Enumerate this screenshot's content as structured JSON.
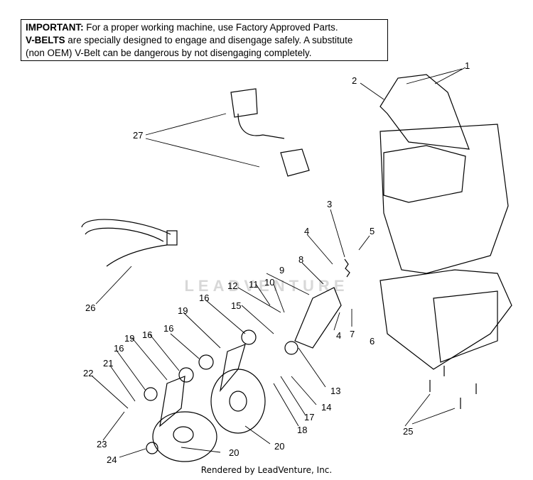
{
  "notice": {
    "important_label": "IMPORTANT:",
    "important_text": " For a proper working machine, use Factory Approved Parts.",
    "vbelts_label": "V-BELTS",
    "vbelts_text": " are specially designed to engage and disengage safely.  A substitute",
    "line3": "(non OEM) V-Belt can be dangerous by not disengaging completely."
  },
  "watermark": "LEADVENTURE",
  "footer": "Rendered by LeadVenture, Inc.",
  "callouts": [
    "1",
    "2",
    "3",
    "4",
    "5",
    "8",
    "9",
    "10",
    "11",
    "12",
    "15",
    "16",
    "16",
    "16",
    "16",
    "19",
    "19",
    "21",
    "22",
    "23",
    "24",
    "20",
    "20",
    "18",
    "17",
    "14",
    "13",
    "4",
    "7",
    "6",
    "25",
    "26",
    "27"
  ]
}
